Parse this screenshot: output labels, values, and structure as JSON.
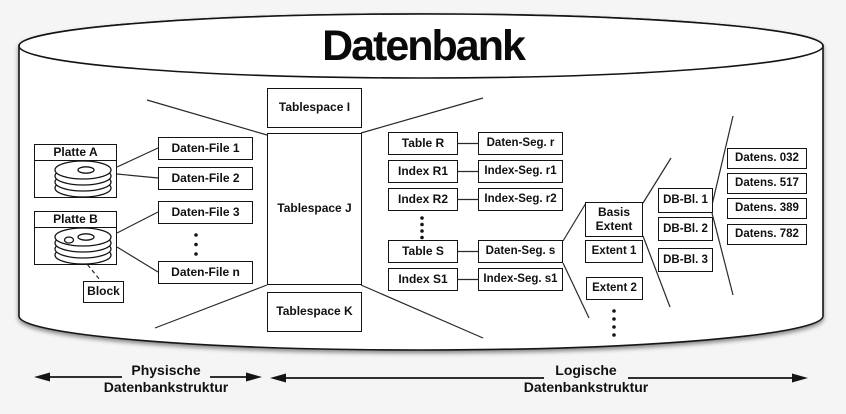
{
  "title": "Datenbank",
  "colors": {
    "ink": "#141414",
    "background": "#f5f5f5",
    "box_fill": "#ffffff"
  },
  "physical": {
    "disks": [
      {
        "label": "Platte A"
      },
      {
        "label": "Platte B"
      }
    ],
    "block_label": "Block",
    "files": [
      "Daten-File 1",
      "Daten-File 2",
      "Daten-File 3",
      "Daten-File n"
    ]
  },
  "tablespaces": [
    "Tablespace I",
    "Tablespace J",
    "Tablespace K"
  ],
  "logical": {
    "tables": [
      "Table R",
      "Index R1",
      "Index R2",
      "Table S",
      "Index S1"
    ],
    "segments": [
      "Daten-Seg. r",
      "Index-Seg. r1",
      "Index-Seg. r2",
      "Daten-Seg. s",
      "Index-Seg. s1"
    ],
    "extents": [
      "Basis Extent",
      "Extent 1",
      "Extent 2"
    ],
    "db_blocks": [
      "DB-Bl. 1",
      "DB-Bl. 2",
      "DB-Bl. 3"
    ],
    "records": [
      "Datens. 032",
      "Datens. 517",
      "Datens. 389",
      "Datens. 782"
    ]
  },
  "legend": {
    "physical": {
      "line1": "Physische",
      "line2": "Datenbankstruktur"
    },
    "logical": {
      "line1": "Logische",
      "line2": "Datenbankstruktur"
    }
  }
}
